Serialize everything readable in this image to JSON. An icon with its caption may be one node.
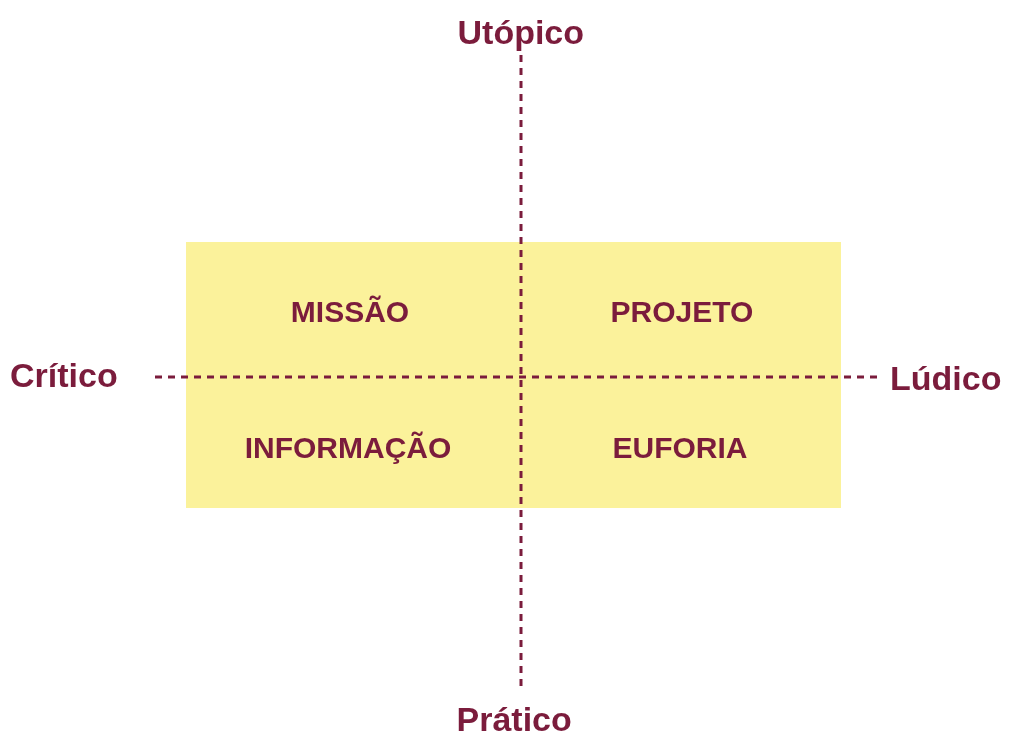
{
  "diagram": {
    "nodes": [
      {
        "text": [
          "MISSÃO",
          "PROJETO",
          "INFORMAÇÃO",
          "EUFORIA"
        ]
      }
    ],
    "labels": [
      "Utópico",
      "Crítico",
      "Lúdico",
      "Prático"
    ]
  }
}
